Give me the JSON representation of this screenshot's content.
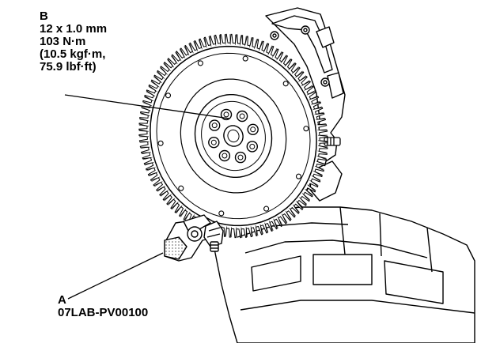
{
  "callouts": {
    "b": {
      "letter": "B",
      "lines": [
        "12 x 1.0 mm",
        "103 N·m",
        "(10.5 kgf·m,",
        "75.9 lbf·ft)"
      ]
    },
    "a": {
      "letter": "A",
      "part_number": "07LAB-PV00100"
    }
  },
  "colors": {
    "ink": "#000000",
    "paper": "#ffffff"
  },
  "flywheel": {
    "ring_gear_teeth": 110,
    "bolt_count": 8
  }
}
